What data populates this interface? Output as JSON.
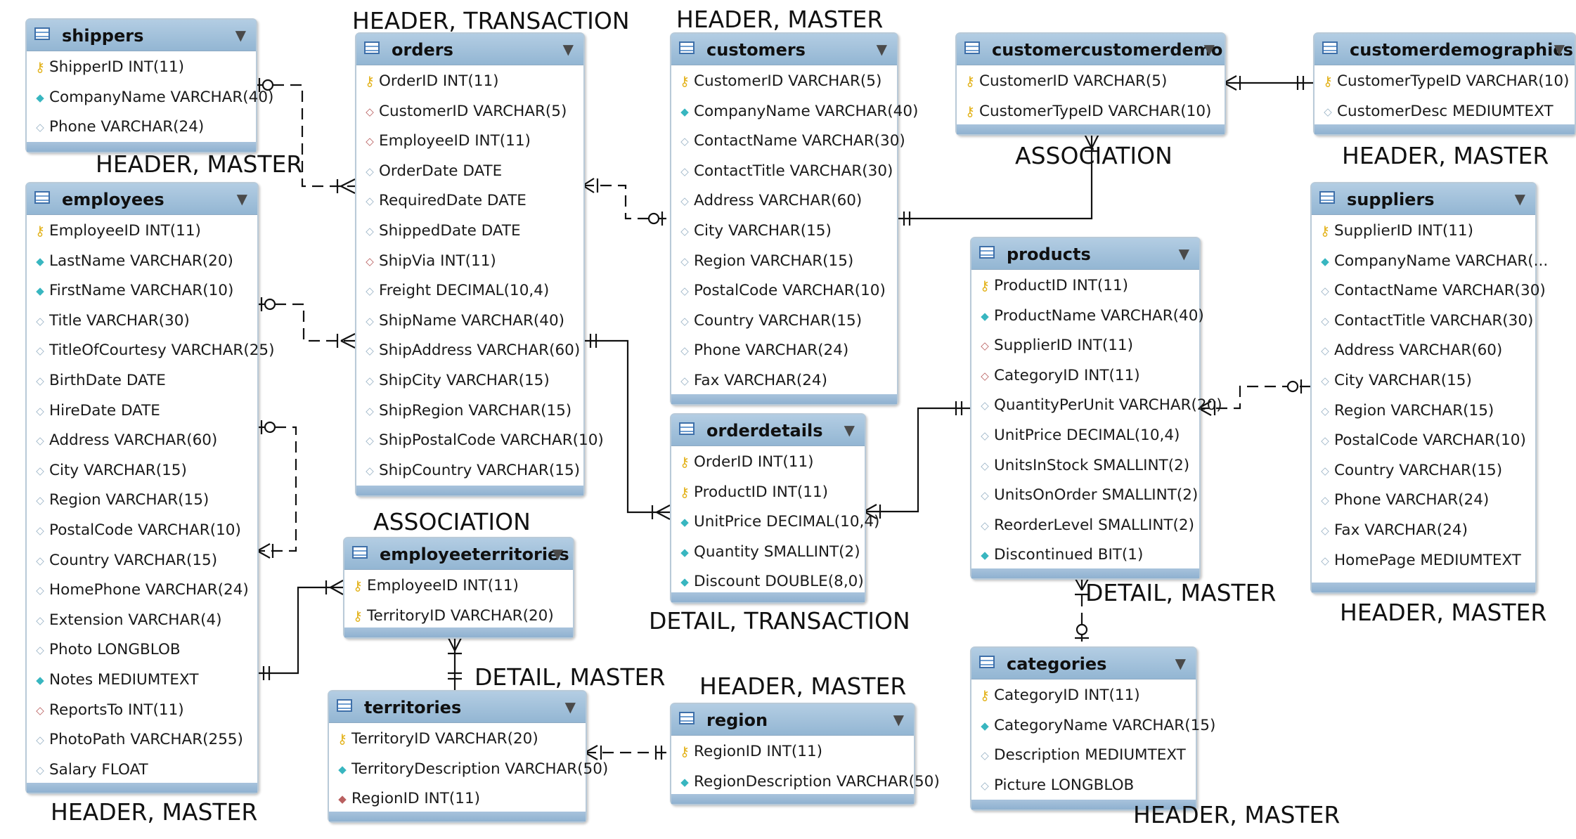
{
  "tables": {
    "shippers": {
      "name": "shippers",
      "role": "HEADER, MASTER",
      "columns": [
        {
          "icon": "pk",
          "text": "ShipperID INT(11)"
        },
        {
          "icon": "idx",
          "text": "CompanyName VARCHAR(40)"
        },
        {
          "icon": "col",
          "text": "Phone VARCHAR(24)"
        }
      ]
    },
    "employees": {
      "name": "employees",
      "role": "HEADER, MASTER",
      "columns": [
        {
          "icon": "pk",
          "text": "EmployeeID INT(11)"
        },
        {
          "icon": "idx",
          "text": "LastName VARCHAR(20)"
        },
        {
          "icon": "idx",
          "text": "FirstName VARCHAR(10)"
        },
        {
          "icon": "col",
          "text": "Title VARCHAR(30)"
        },
        {
          "icon": "col",
          "text": "TitleOfCourtesy VARCHAR(25)"
        },
        {
          "icon": "col",
          "text": "BirthDate DATE"
        },
        {
          "icon": "col",
          "text": "HireDate DATE"
        },
        {
          "icon": "col",
          "text": "Address VARCHAR(60)"
        },
        {
          "icon": "col",
          "text": "City VARCHAR(15)"
        },
        {
          "icon": "col",
          "text": "Region VARCHAR(15)"
        },
        {
          "icon": "col",
          "text": "PostalCode VARCHAR(10)"
        },
        {
          "icon": "col",
          "text": "Country VARCHAR(15)"
        },
        {
          "icon": "col",
          "text": "HomePhone VARCHAR(24)"
        },
        {
          "icon": "col",
          "text": "Extension VARCHAR(4)"
        },
        {
          "icon": "col",
          "text": "Photo LONGBLOB"
        },
        {
          "icon": "idx",
          "text": "Notes MEDIUMTEXT"
        },
        {
          "icon": "fk",
          "text": "ReportsTo INT(11)"
        },
        {
          "icon": "col",
          "text": "PhotoPath VARCHAR(255)"
        },
        {
          "icon": "col",
          "text": "Salary FLOAT"
        }
      ]
    },
    "orders": {
      "name": "orders",
      "role": "HEADER, TRANSACTION",
      "columns": [
        {
          "icon": "pk",
          "text": "OrderID INT(11)"
        },
        {
          "icon": "fk",
          "text": "CustomerID VARCHAR(5)"
        },
        {
          "icon": "fk",
          "text": "EmployeeID INT(11)"
        },
        {
          "icon": "col",
          "text": "OrderDate DATE"
        },
        {
          "icon": "col",
          "text": "RequiredDate DATE"
        },
        {
          "icon": "col",
          "text": "ShippedDate DATE"
        },
        {
          "icon": "fk",
          "text": "ShipVia INT(11)"
        },
        {
          "icon": "col",
          "text": "Freight DECIMAL(10,4)"
        },
        {
          "icon": "col",
          "text": "ShipName VARCHAR(40)"
        },
        {
          "icon": "col",
          "text": "ShipAddress VARCHAR(60)"
        },
        {
          "icon": "col",
          "text": "ShipCity VARCHAR(15)"
        },
        {
          "icon": "col",
          "text": "ShipRegion VARCHAR(15)"
        },
        {
          "icon": "col",
          "text": "ShipPostalCode VARCHAR(10)"
        },
        {
          "icon": "col",
          "text": "ShipCountry VARCHAR(15)"
        }
      ]
    },
    "customers": {
      "name": "customers",
      "role": "HEADER, MASTER",
      "columns": [
        {
          "icon": "pk",
          "text": "CustomerID VARCHAR(5)"
        },
        {
          "icon": "idx",
          "text": "CompanyName VARCHAR(40)"
        },
        {
          "icon": "col",
          "text": "ContactName VARCHAR(30)"
        },
        {
          "icon": "col",
          "text": "ContactTitle VARCHAR(30)"
        },
        {
          "icon": "col",
          "text": "Address VARCHAR(60)"
        },
        {
          "icon": "col",
          "text": "City VARCHAR(15)"
        },
        {
          "icon": "col",
          "text": "Region VARCHAR(15)"
        },
        {
          "icon": "col",
          "text": "PostalCode VARCHAR(10)"
        },
        {
          "icon": "col",
          "text": "Country VARCHAR(15)"
        },
        {
          "icon": "col",
          "text": "Phone VARCHAR(24)"
        },
        {
          "icon": "col",
          "text": "Fax VARCHAR(24)"
        }
      ]
    },
    "customercustomerdemo": {
      "name": "customercustomerdemo",
      "role": "ASSOCIATION",
      "columns": [
        {
          "icon": "pk",
          "text": "CustomerID VARCHAR(5)"
        },
        {
          "icon": "pk",
          "text": "CustomerTypeID VARCHAR(10)"
        }
      ]
    },
    "customerdemographics": {
      "name": "customerdemographics",
      "role": "HEADER, MASTER",
      "columns": [
        {
          "icon": "pk",
          "text": "CustomerTypeID VARCHAR(10)"
        },
        {
          "icon": "col",
          "text": "CustomerDesc MEDIUMTEXT"
        }
      ]
    },
    "suppliers": {
      "name": "suppliers",
      "role": "HEADER, MASTER",
      "columns": [
        {
          "icon": "pk",
          "text": "SupplierID INT(11)"
        },
        {
          "icon": "idx",
          "text": "CompanyName VARCHAR(..."
        },
        {
          "icon": "col",
          "text": "ContactName VARCHAR(30)"
        },
        {
          "icon": "col",
          "text": "ContactTitle VARCHAR(30)"
        },
        {
          "icon": "col",
          "text": "Address VARCHAR(60)"
        },
        {
          "icon": "col",
          "text": "City VARCHAR(15)"
        },
        {
          "icon": "col",
          "text": "Region VARCHAR(15)"
        },
        {
          "icon": "col",
          "text": "PostalCode VARCHAR(10)"
        },
        {
          "icon": "col",
          "text": "Country VARCHAR(15)"
        },
        {
          "icon": "col",
          "text": "Phone VARCHAR(24)"
        },
        {
          "icon": "col",
          "text": "Fax VARCHAR(24)"
        },
        {
          "icon": "col",
          "text": "HomePage MEDIUMTEXT"
        }
      ]
    },
    "products": {
      "name": "products",
      "role": "DETAIL, MASTER",
      "columns": [
        {
          "icon": "pk",
          "text": "ProductID INT(11)"
        },
        {
          "icon": "idx",
          "text": "ProductName VARCHAR(40)"
        },
        {
          "icon": "fk",
          "text": "SupplierID INT(11)"
        },
        {
          "icon": "fk",
          "text": "CategoryID INT(11)"
        },
        {
          "icon": "col",
          "text": "QuantityPerUnit VARCHAR(20)"
        },
        {
          "icon": "col",
          "text": "UnitPrice DECIMAL(10,4)"
        },
        {
          "icon": "col",
          "text": "UnitsInStock SMALLINT(2)"
        },
        {
          "icon": "col",
          "text": "UnitsOnOrder SMALLINT(2)"
        },
        {
          "icon": "col",
          "text": "ReorderLevel SMALLINT(2)"
        },
        {
          "icon": "idx",
          "text": "Discontinued BIT(1)"
        }
      ]
    },
    "orderdetails": {
      "name": "orderdetails",
      "role": "DETAIL, TRANSACTION",
      "columns": [
        {
          "icon": "pk",
          "text": "OrderID INT(11)"
        },
        {
          "icon": "pk",
          "text": "ProductID INT(11)"
        },
        {
          "icon": "idx",
          "text": "UnitPrice DECIMAL(10,4)"
        },
        {
          "icon": "idx",
          "text": "Quantity SMALLINT(2)"
        },
        {
          "icon": "idx",
          "text": "Discount DOUBLE(8,0)"
        }
      ]
    },
    "employeeterritories": {
      "name": "employeeterritories",
      "role": "ASSOCIATION",
      "columns": [
        {
          "icon": "pk",
          "text": "EmployeeID INT(11)"
        },
        {
          "icon": "pk",
          "text": "TerritoryID VARCHAR(20)"
        }
      ]
    },
    "territories": {
      "name": "territories",
      "role": "DETAIL, MASTER",
      "columns": [
        {
          "icon": "pk",
          "text": "TerritoryID VARCHAR(20)"
        },
        {
          "icon": "idx",
          "text": "TerritoryDescription VARCHAR(50)"
        },
        {
          "icon": "fkfill",
          "text": "RegionID INT(11)"
        }
      ]
    },
    "region": {
      "name": "region",
      "role": "HEADER, MASTER",
      "columns": [
        {
          "icon": "pk",
          "text": "RegionID INT(11)"
        },
        {
          "icon": "idx",
          "text": "RegionDescription VARCHAR(50)"
        }
      ]
    },
    "categories": {
      "name": "categories",
      "role": "HEADER, MASTER",
      "columns": [
        {
          "icon": "pk",
          "text": "CategoryID INT(11)"
        },
        {
          "icon": "idx",
          "text": "CategoryName VARCHAR(15)"
        },
        {
          "icon": "col",
          "text": "Description MEDIUMTEXT"
        },
        {
          "icon": "col",
          "text": "Picture LONGBLOB"
        }
      ]
    }
  },
  "colors": {
    "header": "#9dbfdc",
    "line": "#111111",
    "key": "#e8b61c",
    "fk": "#b96060",
    "index": "#38b6c0"
  }
}
